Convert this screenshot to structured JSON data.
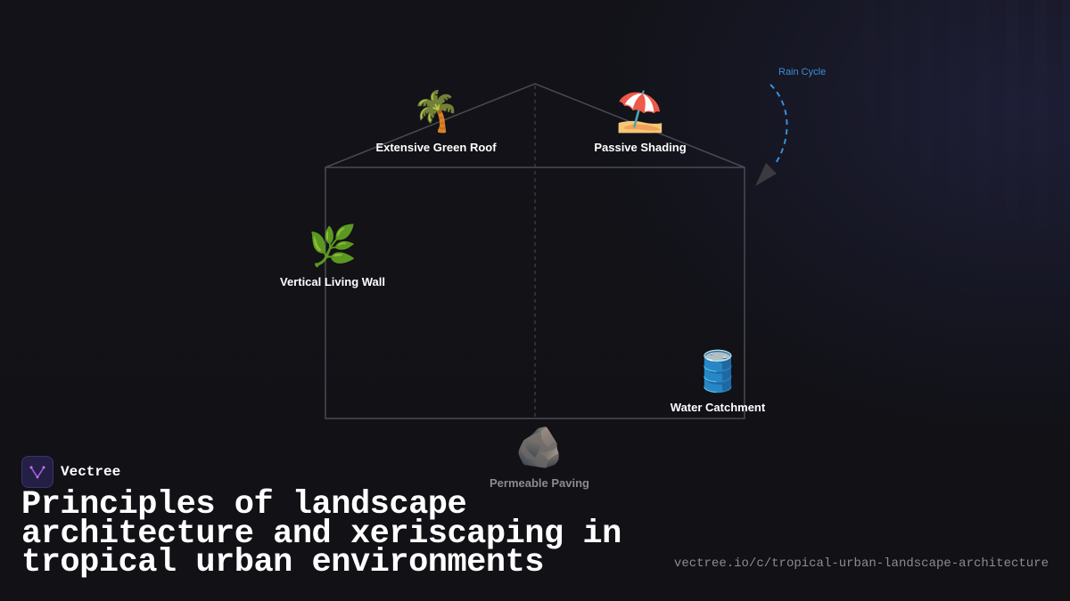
{
  "diagram": {
    "rain_cycle_label": "Rain Cycle",
    "features": [
      {
        "label": "Extensive Green Roof",
        "icon": "palm-tree-icon",
        "emoji": "🌴"
      },
      {
        "label": "Passive Shading",
        "icon": "beach-umbrella-icon",
        "emoji": "⛱️"
      },
      {
        "label": "Vertical Living Wall",
        "icon": "herb-icon",
        "emoji": "🌿"
      },
      {
        "label": "Water Catchment",
        "icon": "barrel-icon",
        "emoji": "🛢️"
      },
      {
        "label": "Permeable Paving",
        "icon": "rock-icon",
        "emoji": "🪨"
      }
    ],
    "colors": {
      "outline": "#4a4a52",
      "rain": "#3b8fd9",
      "arrow": "#3a3a40"
    }
  },
  "brand": {
    "name": "Vectree",
    "icon": "vectree-logo-icon"
  },
  "headline": "Principles of landscape architecture and xeriscaping in tropical urban environments",
  "url": "vectree.io/c/tropical-urban-landscape-architecture"
}
